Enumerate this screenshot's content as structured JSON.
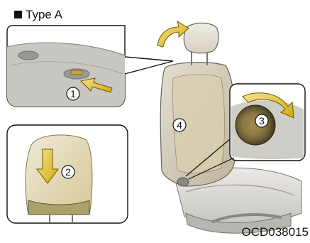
{
  "caption": {
    "label": "Type A"
  },
  "image_code": "OCD038015",
  "callouts": {
    "step_1": "1",
    "step_2": "2",
    "step_3": "3",
    "step_4": "4"
  },
  "icons": {
    "caption_bullet": "square-bullet-icon",
    "arrow_1": "arrow-push-icon",
    "arrow_2": "arrow-down-icon",
    "arrow_3": "arrow-rotate-icon",
    "arrow_head": "arrow-curved-up-icon"
  },
  "colors": {
    "seat_fill": "#d7d5cd",
    "seat_highlight": "#d9cfb0",
    "seat_headrest_base": "#a9a26b",
    "arrow_fill": "#e9bf1f",
    "arrow_outline": "#6a5a00",
    "frame": "#111111",
    "background": "#ffffff"
  }
}
